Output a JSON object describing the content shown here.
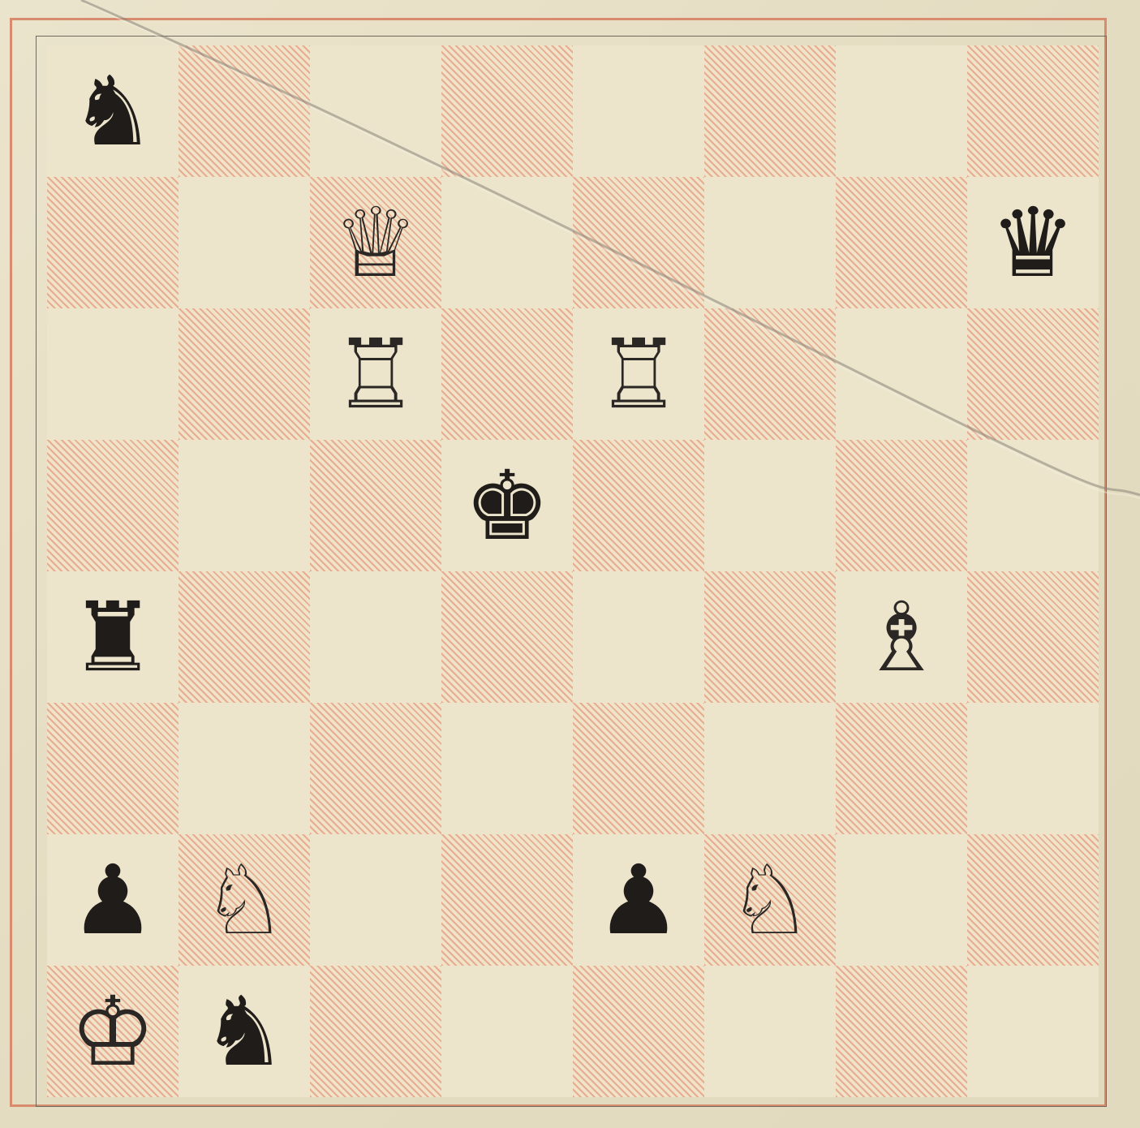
{
  "board": {
    "light_square_color": "#ece5cc",
    "dark_square_color": "#e08060",
    "ranks": [
      [
        {
          "piece": "knight",
          "color": "black",
          "glyph": "♞"
        },
        {
          "piece": "",
          "color": "",
          "glyph": ""
        },
        {
          "piece": "",
          "color": "",
          "glyph": ""
        },
        {
          "piece": "",
          "color": "",
          "glyph": ""
        },
        {
          "piece": "",
          "color": "",
          "glyph": ""
        },
        {
          "piece": "",
          "color": "",
          "glyph": ""
        },
        {
          "piece": "",
          "color": "",
          "glyph": ""
        },
        {
          "piece": "",
          "color": "",
          "glyph": ""
        }
      ],
      [
        {
          "piece": "",
          "color": "",
          "glyph": ""
        },
        {
          "piece": "",
          "color": "",
          "glyph": ""
        },
        {
          "piece": "queen",
          "color": "white",
          "glyph": "♕"
        },
        {
          "piece": "",
          "color": "",
          "glyph": ""
        },
        {
          "piece": "",
          "color": "",
          "glyph": ""
        },
        {
          "piece": "",
          "color": "",
          "glyph": ""
        },
        {
          "piece": "",
          "color": "",
          "glyph": ""
        },
        {
          "piece": "queen",
          "color": "black",
          "glyph": "♛"
        }
      ],
      [
        {
          "piece": "",
          "color": "",
          "glyph": ""
        },
        {
          "piece": "",
          "color": "",
          "glyph": ""
        },
        {
          "piece": "rook",
          "color": "white",
          "glyph": "♖"
        },
        {
          "piece": "",
          "color": "",
          "glyph": ""
        },
        {
          "piece": "rook",
          "color": "white",
          "glyph": "♖"
        },
        {
          "piece": "",
          "color": "",
          "glyph": ""
        },
        {
          "piece": "",
          "color": "",
          "glyph": ""
        },
        {
          "piece": "",
          "color": "",
          "glyph": ""
        }
      ],
      [
        {
          "piece": "",
          "color": "",
          "glyph": ""
        },
        {
          "piece": "",
          "color": "",
          "glyph": ""
        },
        {
          "piece": "",
          "color": "",
          "glyph": ""
        },
        {
          "piece": "king",
          "color": "black",
          "glyph": "♚"
        },
        {
          "piece": "",
          "color": "",
          "glyph": ""
        },
        {
          "piece": "",
          "color": "",
          "glyph": ""
        },
        {
          "piece": "",
          "color": "",
          "glyph": ""
        },
        {
          "piece": "",
          "color": "",
          "glyph": ""
        }
      ],
      [
        {
          "piece": "rook",
          "color": "black",
          "glyph": "♜"
        },
        {
          "piece": "",
          "color": "",
          "glyph": ""
        },
        {
          "piece": "",
          "color": "",
          "glyph": ""
        },
        {
          "piece": "",
          "color": "",
          "glyph": ""
        },
        {
          "piece": "",
          "color": "",
          "glyph": ""
        },
        {
          "piece": "",
          "color": "",
          "glyph": ""
        },
        {
          "piece": "bishop",
          "color": "white",
          "glyph": "♗"
        },
        {
          "piece": "",
          "color": "",
          "glyph": ""
        }
      ],
      [
        {
          "piece": "",
          "color": "",
          "glyph": ""
        },
        {
          "piece": "",
          "color": "",
          "glyph": ""
        },
        {
          "piece": "",
          "color": "",
          "glyph": ""
        },
        {
          "piece": "",
          "color": "",
          "glyph": ""
        },
        {
          "piece": "",
          "color": "",
          "glyph": ""
        },
        {
          "piece": "",
          "color": "",
          "glyph": ""
        },
        {
          "piece": "",
          "color": "",
          "glyph": ""
        },
        {
          "piece": "",
          "color": "",
          "glyph": ""
        }
      ],
      [
        {
          "piece": "pawn",
          "color": "black",
          "glyph": "♟"
        },
        {
          "piece": "knight",
          "color": "white",
          "glyph": "♘"
        },
        {
          "piece": "",
          "color": "",
          "glyph": ""
        },
        {
          "piece": "",
          "color": "",
          "glyph": ""
        },
        {
          "piece": "pawn",
          "color": "black",
          "glyph": "♟"
        },
        {
          "piece": "knight",
          "color": "white",
          "glyph": "♘"
        },
        {
          "piece": "",
          "color": "",
          "glyph": ""
        },
        {
          "piece": "",
          "color": "",
          "glyph": ""
        }
      ],
      [
        {
          "piece": "king",
          "color": "white",
          "glyph": "♔"
        },
        {
          "piece": "knight",
          "color": "black",
          "glyph": "♞"
        },
        {
          "piece": "",
          "color": "",
          "glyph": ""
        },
        {
          "piece": "",
          "color": "",
          "glyph": ""
        },
        {
          "piece": "",
          "color": "",
          "glyph": ""
        },
        {
          "piece": "",
          "color": "",
          "glyph": ""
        },
        {
          "piece": "",
          "color": "",
          "glyph": ""
        },
        {
          "piece": "",
          "color": "",
          "glyph": ""
        }
      ]
    ]
  }
}
